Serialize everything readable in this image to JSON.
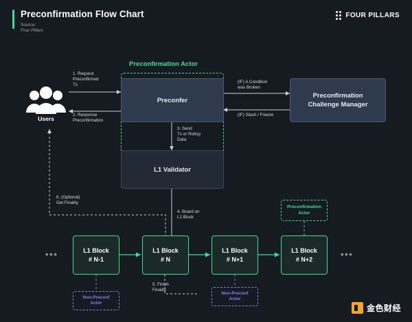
{
  "header": {
    "title": "Preconfirmation Flow Chart",
    "source_label": "Source:",
    "source_value": "Four Pillars",
    "brand_text": "FOUR PILLARS"
  },
  "diagram": {
    "actor_group_title": "Preconfirmation Actor",
    "users_label": "Users",
    "nodes": {
      "preconfer": "Preconfer",
      "l1_validator": "L1 Validator",
      "challenge_manager_line1": "Preconfirmation",
      "challenge_manager_line2": "Challenge Manager",
      "block_n_minus_1_line1": "L1 Block",
      "block_n_minus_1_line2": "# N-1",
      "block_n_line1": "L1 Block",
      "block_n_line2": "# N",
      "block_n_plus_1_line1": "L1 Block",
      "block_n_plus_1_line2": "# N+1",
      "block_n_plus_2_line1": "L1 Block",
      "block_n_plus_2_line2": "# N+2"
    },
    "chips": {
      "preconf_actor_line1": "Preconfirmation",
      "preconf_actor_line2": "Actor",
      "non_preconf_actor_a_line1": "Non-Preconf",
      "non_preconf_actor_a_line2": "Actor",
      "non_preconf_actor_b_line1": "Non-Preconf",
      "non_preconf_actor_b_line2": "Actor"
    },
    "labels": {
      "step1_line1": "1. Request",
      "step1_line2": "Preconfirmed",
      "step1_line3": "Tx",
      "step2_line1": "2. Response",
      "step2_line2": "Preconfirmation",
      "step3_line1": "3. Send",
      "step3_line2": "Tx or Rollup",
      "step3_line3": "Data",
      "step4_line1": "4. Board on",
      "step4_line2": "L1 Block",
      "step5_line1": "5. Finish",
      "step5_line2": "Finality",
      "step6_line1": "6. (Optional)",
      "step6_line2": "Get Finality",
      "condition_line1": "(IF) A Condition",
      "condition_line2": "was Broken",
      "slash_line1": "(IF) Slash / Freeze"
    },
    "ellipsis_left": "•••",
    "ellipsis_right": "•••"
  },
  "footer": {
    "logo_text": "金色财经"
  },
  "colors": {
    "accent_green": "#3ddc97",
    "purple": "#8b7bf0",
    "box_blue": "#2e3b4e",
    "background": "#161b22",
    "brand_orange": "#f5a623"
  }
}
